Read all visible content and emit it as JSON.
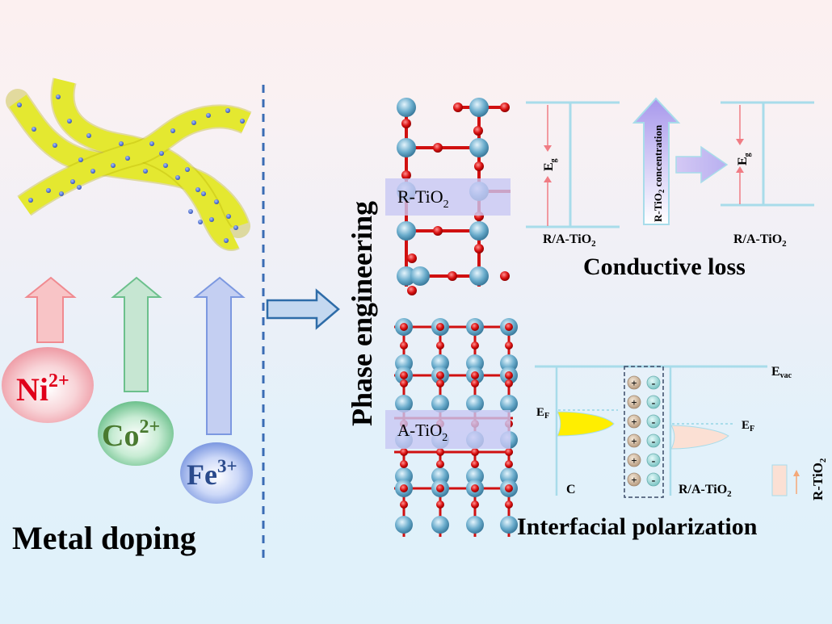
{
  "left_panel": {
    "title": "Metal doping",
    "illustration": "carbon-fiber-with-metal-nanoparticles",
    "ions": [
      {
        "symbol": "Ni",
        "charge": "2+",
        "color": "#e0001a",
        "sphere_color": "#f2a0a8",
        "arrow_color": "#f4b4b8"
      },
      {
        "symbol": "Co",
        "charge": "2+",
        "color": "#4a7a30",
        "sphere_color": "#7cc49a",
        "arrow_color": "#b4dcc4"
      },
      {
        "symbol": "Fe",
        "charge": "3+",
        "color": "#2a4a8c",
        "sphere_color": "#8aa4e4",
        "arrow_color": "#b4c4ee"
      }
    ]
  },
  "center": {
    "label": "Phase engineering",
    "arrow": "right-arrow"
  },
  "structures": {
    "rutile_label": "R-TiO",
    "rutile_sub": "2",
    "anatase_label": "A-TiO",
    "anatase_sub": "2"
  },
  "conductive_loss": {
    "title": "Conductive loss",
    "band_label_left": "R/A-TiO",
    "band_label_right": "R/A-TiO",
    "band_label_sub": "2",
    "gap_label": "E",
    "gap_sub": "g",
    "concentration_label": "R-TiO",
    "concentration_sub": "2",
    "concentration_suffix": " concentration"
  },
  "interfacial_polarization": {
    "title": "Interfacial polarization",
    "vacuum_label": "E",
    "vacuum_sub": "vac",
    "fermi_label": "E",
    "fermi_sub": "F",
    "left_material": "C",
    "right_material": "R/A-TiO",
    "right_material_sub": "2",
    "legend_label": "R-TiO",
    "legend_sub": "2",
    "charges_plus": [
      "+",
      "+",
      "+",
      "+",
      "+",
      "+"
    ],
    "charges_minus": [
      "-",
      "-",
      "-",
      "-",
      "-",
      "-"
    ]
  },
  "colors": {
    "band_line": "#a8dcea",
    "gap_arrow": "#f07c84",
    "divider": "#3a6cb4",
    "arrow_fill": "#c4d8f0",
    "arrow_stroke": "#2e6ca8",
    "highlight_box": "#c8c8f4",
    "ti_atom": "#6aaccc",
    "o_atom": "#d01010"
  }
}
